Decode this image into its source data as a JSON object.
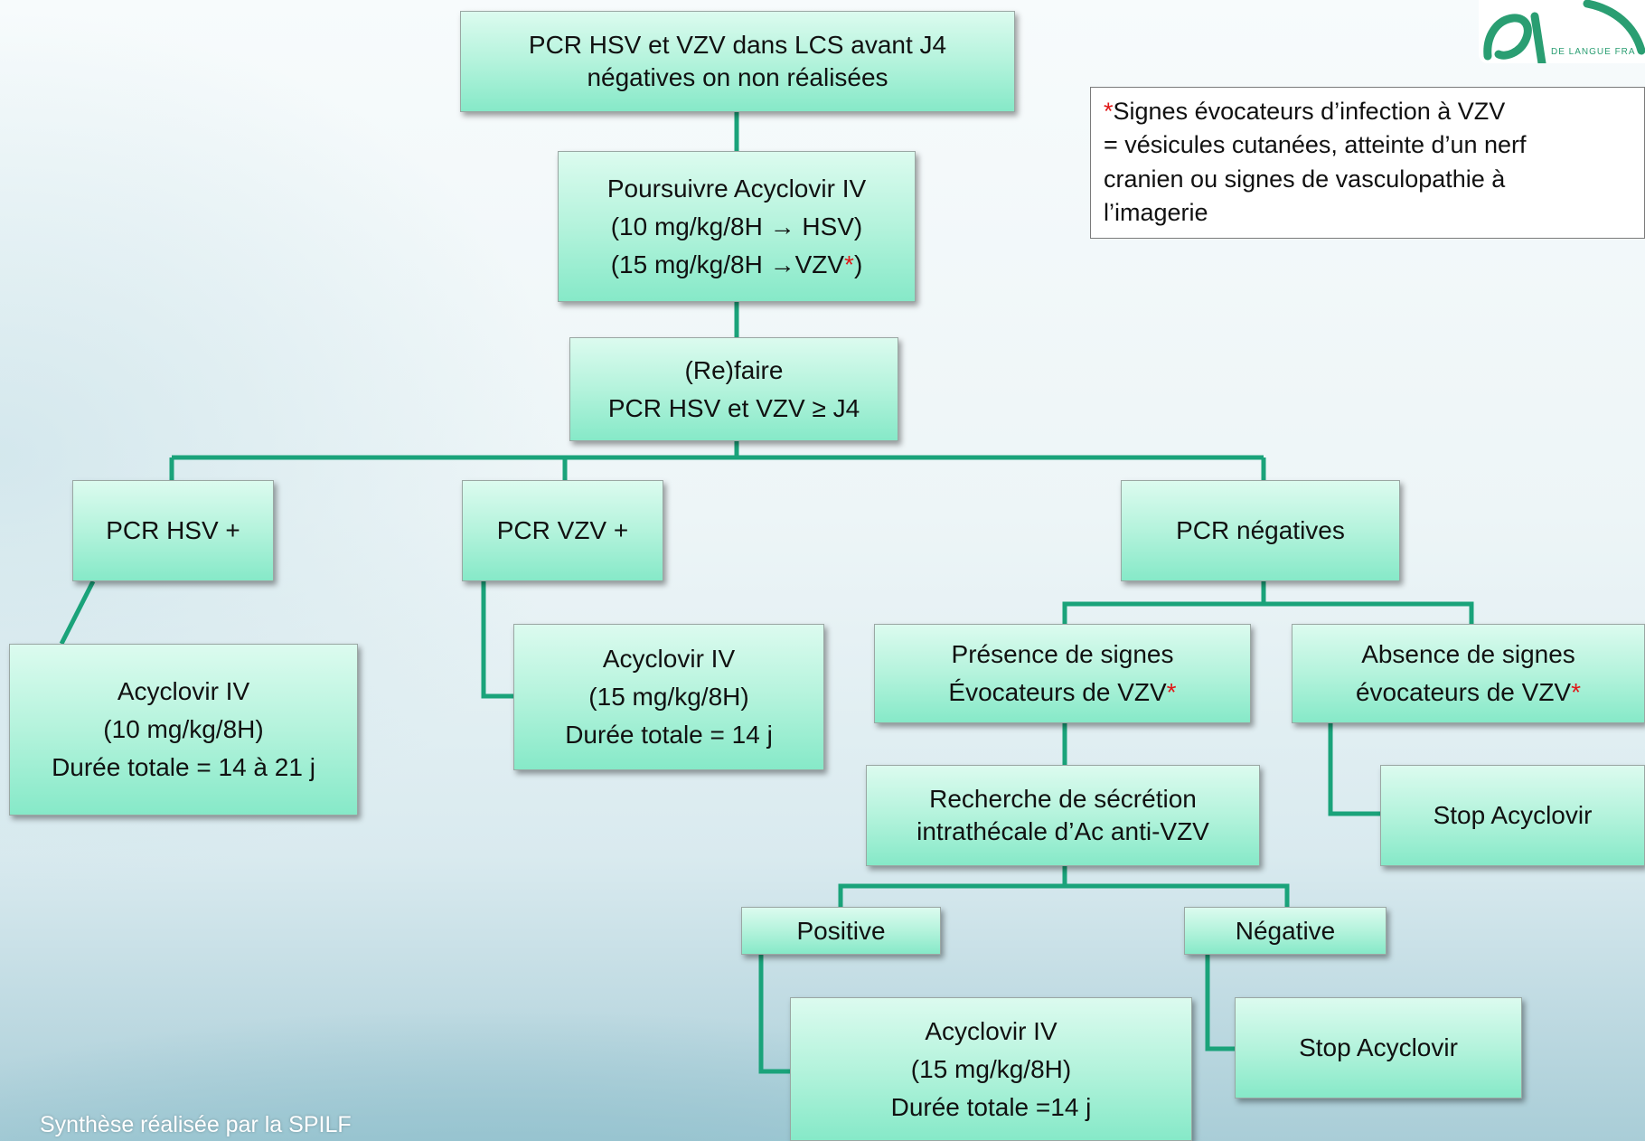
{
  "boxes": {
    "pcr_initial": [
      "PCR HSV et VZV dans LCS avant J4",
      "négatives on non réalisées"
    ],
    "poursuivre": [
      "Poursuivre Acyclovir IV",
      "(10 mg/kg/8H  → HSV)",
      "(15 mg/kg/8H →VZV",
      ")"
    ],
    "refaire": [
      "(Re)faire",
      "PCR HSV et VZV ",
      "≥",
      " J4"
    ],
    "pcr_hsv": "PCR HSV +",
    "pcr_vzv": "PCR VZV  +",
    "pcr_neg": "PCR négatives",
    "hsv_treatment": [
      "Acyclovir IV",
      "(10 mg/kg/8H)",
      "Durée totale = 14 à 21 j"
    ],
    "vzv_treatment": [
      "Acyclovir IV",
      "(15 mg/kg/8H)",
      "Durée totale = 14 j"
    ],
    "presence": [
      "Présence de signes",
      "Évocateurs de VZV"
    ],
    "absence": [
      "Absence de signes",
      "évocateurs de VZV"
    ],
    "recherche": [
      "Recherche de sécrétion",
      "intrathécale d’Ac anti-VZV"
    ],
    "stop_1": "Stop Acyclovir",
    "positive": "Positive",
    "negative": "Négative",
    "final_treatment": [
      "Acyclovir IV",
      "(15 mg/kg/8H)",
      "Durée totale =14 j"
    ],
    "stop_2": "Stop Acyclovir"
  },
  "star": "*",
  "note": [
    "Signes évocateurs d’infection à VZV",
    "= vésicules cutanées, atteinte d’un nerf",
    "cranien ou signes de vasculopathie à",
    "l’imagerie"
  ],
  "footer": "Synthèse réalisée par la  SPILF",
  "logo_text": "DE LANGUE FRA",
  "colors": {
    "connector": "#1aa37a",
    "box_top": "#dcfbef",
    "box_bottom": "#86e9c8",
    "star": "#e01818"
  }
}
